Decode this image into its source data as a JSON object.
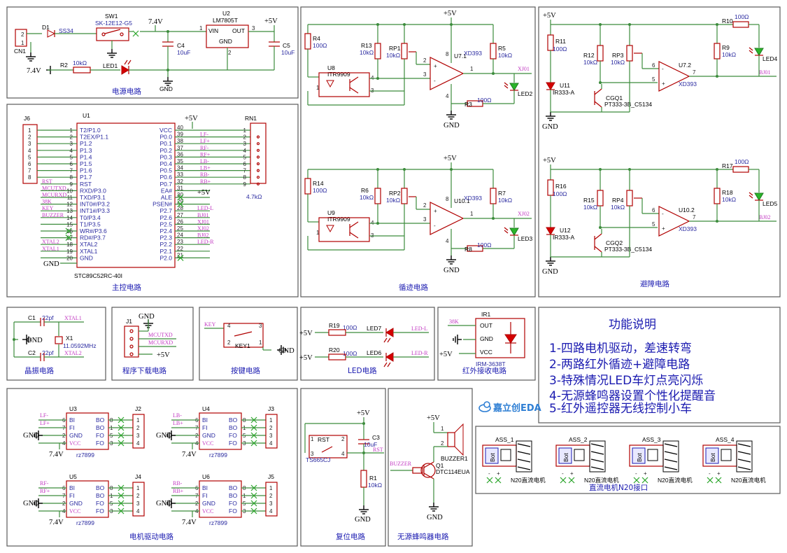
{
  "panels": {
    "power": "电源电路",
    "mcu": "主控电路",
    "track": "循迹电路",
    "avoid": "避障电路",
    "crystal": "晶振电路",
    "program": "程序下载电路",
    "key": "按键电路",
    "led": "LED电路",
    "ir": "红外接收电路",
    "motor": "电机驱动电路",
    "reset": "复位电路",
    "buzzer": "无源蜂鸣器电路",
    "n20": "直流电机N20接口"
  },
  "function_desc": {
    "title": "功能说明",
    "items": [
      "1-四路电机驱动，差速转弯",
      "2-两路红外循迹+避障电路",
      "3-特殊情况LED车灯点亮闪烁",
      "4-无源蜂鸣器设置个性化提醒音",
      "5-红外遥控器无线控制小车"
    ],
    "logo": "嘉立创EDA"
  },
  "power": {
    "cn1": "CN1",
    "d1": "D1",
    "d1_val": "SS34",
    "sw1": "SW1",
    "sw1_val": "SK-12E12-G5",
    "u2": "U2",
    "u2_val": "LM7805T",
    "vin": "VIN",
    "out": "OUT",
    "gnd": "GND",
    "c4": "C4",
    "c4_val": "10uF",
    "c5": "C5",
    "c5_val": "10uF",
    "v74": "7.4V",
    "v5": "+5V",
    "r2": "R2",
    "r2_val": "10kΩ",
    "led1": "LED1"
  },
  "mcu": {
    "j6": "J6",
    "u1": "U1",
    "u1_val": "STC89C52RC-40I",
    "rn1": "RN1",
    "rn1_val": "4.7kΩ",
    "v5": "+5V",
    "gnd": "GND",
    "left_pins": [
      "T2/P1.0",
      "T2EX/P1.1",
      "P1.2",
      "P1.3",
      "P1.4",
      "P1.5",
      "P1.6",
      "P1.7",
      "RST",
      "RXD/P3.0",
      "TXD/P3.1",
      "INT0#/P3.2",
      "INT1#/P3.3",
      "T0/P3.4",
      "T1/P3.5",
      "WR#/P3.6",
      "RD#/P3.7",
      "XTAL2",
      "XTAL1",
      "GND"
    ],
    "right_pins": [
      "VCC",
      "P0.0",
      "P0.1",
      "P0.2",
      "P0.3",
      "P0.4",
      "P0.5",
      "P0.6",
      "P0.7",
      "EA#",
      "ALE",
      "PSEN#",
      "P2.7",
      "P2.6",
      "P2.5",
      "P2.4",
      "P2.3",
      "P2.2",
      "P2.1",
      "P2.0"
    ],
    "right_nums": [
      "40",
      "39",
      "38",
      "37",
      "36",
      "35",
      "34",
      "33",
      "32",
      "31",
      "30",
      "29",
      "28",
      "27",
      "26",
      "25",
      "24",
      "23",
      "22",
      "21"
    ],
    "left_nets": [
      "RST",
      "MCUTXD",
      "MCURXD",
      "38K",
      "KEY",
      "BUZZER",
      "XTAL2",
      "XTAL1"
    ],
    "right_nets": [
      "LF-",
      "LF+",
      "RF-",
      "RF+",
      "LB-",
      "LB+",
      "RB-",
      "RB+",
      "LED-L",
      "BJ01",
      "XJ01",
      "XJ02",
      "BJ02",
      "LED-R"
    ]
  },
  "track": {
    "v5": "+5V",
    "gnd": "GND",
    "opamp": "XD393",
    "upper": {
      "r4": "R4",
      "r4v": "100Ω",
      "u": "U8",
      "uv": "ITR9909",
      "r13": "R13",
      "r13v": "10kΩ",
      "rp": "RP1",
      "rpv": "10kΩ",
      "op": "U7.1",
      "r5": "R5",
      "r5v": "10kΩ",
      "r3": "R3",
      "r3v": "100Ω",
      "led": "LED2",
      "net": "XJ01"
    },
    "lower": {
      "r4": "R14",
      "r4v": "100Ω",
      "u": "U9",
      "uv": "ITR9909",
      "r13": "R6",
      "r13v": "10kΩ",
      "rp": "RP2",
      "rpv": "10kΩ",
      "op": "U10.1",
      "r5": "R7",
      "r5v": "10kΩ",
      "r3": "R8",
      "r3v": "100Ω",
      "led": "LED3",
      "net": "XJ02"
    }
  },
  "avoid": {
    "v5": "+5V",
    "gnd": "GND",
    "opamp": "XD393",
    "upper": {
      "r11": "R11",
      "r11v": "100Ω",
      "u": "U11",
      "uv": "IR333-A",
      "r12": "R12",
      "r12v": "10kΩ",
      "rp": "RP3",
      "rpv": "10kΩ",
      "q": "CGQ1",
      "qv": "PT333-3B_C5134",
      "op": "U7.2",
      "r9": "R9",
      "r9v": "10kΩ",
      "r10": "R10",
      "r10v": "100Ω",
      "led": "LED4",
      "net": "BJ01"
    },
    "lower": {
      "r11": "R16",
      "r11v": "100Ω",
      "u": "U12",
      "uv": "IR333-A",
      "r12": "R15",
      "r12v": "10kΩ",
      "rp": "RP4",
      "rpv": "10kΩ",
      "q": "CGQ2",
      "qv": "PT333-3B_C5134",
      "op": "U10.2",
      "r9": "R18",
      "r9v": "10kΩ",
      "r10": "R17",
      "r10v": "100Ω",
      "led": "LED5",
      "net": "BJ02"
    }
  },
  "crystal": {
    "c1": "C1",
    "c1v": "22pf",
    "c2": "C2",
    "c2v": "22pf",
    "x1": "X1",
    "x1v": "11.0592MHz",
    "gnd": "GND",
    "n1": "XTAL1",
    "n2": "XTAL2"
  },
  "program": {
    "j1": "J1",
    "gnd": "GND",
    "v5": "+5V",
    "n1": "MCUTXD",
    "n2": "MCURXD"
  },
  "key": {
    "net": "KEY",
    "key1": "KEY1",
    "gnd": "GND"
  },
  "led": {
    "v5": "+5V",
    "r19": "R19",
    "r19v": "100Ω",
    "led7": "LED7",
    "n7": "LED-L",
    "r20": "R20",
    "r20v": "100Ω",
    "led6": "LED6",
    "n6": "LED-R"
  },
  "ir": {
    "ir1": "IR1",
    "net": "38K",
    "out": "OUT",
    "gnd": "GND",
    "vcc": "VCC",
    "v5": "+5V",
    "part": "IRM-3638T"
  },
  "motor": {
    "gnd": "GND",
    "v74": "7.4V",
    "part": "rz7899",
    "pins_l": [
      "BI",
      "FI",
      "GND",
      "VCC"
    ],
    "pins_r": [
      "BO",
      "BO",
      "FO",
      "FO"
    ],
    "drivers": [
      {
        "u": "U3",
        "j": "J2",
        "n1": "LF-",
        "n2": "LF+"
      },
      {
        "u": "U4",
        "j": "J3",
        "n1": "LB-",
        "n2": "LB+"
      },
      {
        "u": "U5",
        "j": "J4",
        "n1": "RF-",
        "n2": "RF+"
      },
      {
        "u": "U6",
        "j": "J5",
        "n1": "RB-",
        "n2": "RB+"
      }
    ]
  },
  "reset": {
    "v5": "+5V",
    "rst": "RST",
    "c3": "C3",
    "c3v": "10uF",
    "sw": "TS665CJ",
    "r1": "R1",
    "r1v": "10kΩ",
    "gnd": "GND",
    "net": "RST"
  },
  "buzzer": {
    "v5": "+5V",
    "b": "BUZZER1",
    "q": "Q1",
    "qv": "DTC114EUA",
    "net": "BUZZER",
    "gnd": "GND"
  },
  "n20": {
    "motors": [
      "ASS_1",
      "ASS_2",
      "ASS_3",
      "ASS_4"
    ],
    "label": "N20直流电机",
    "bot": "Bot"
  }
}
